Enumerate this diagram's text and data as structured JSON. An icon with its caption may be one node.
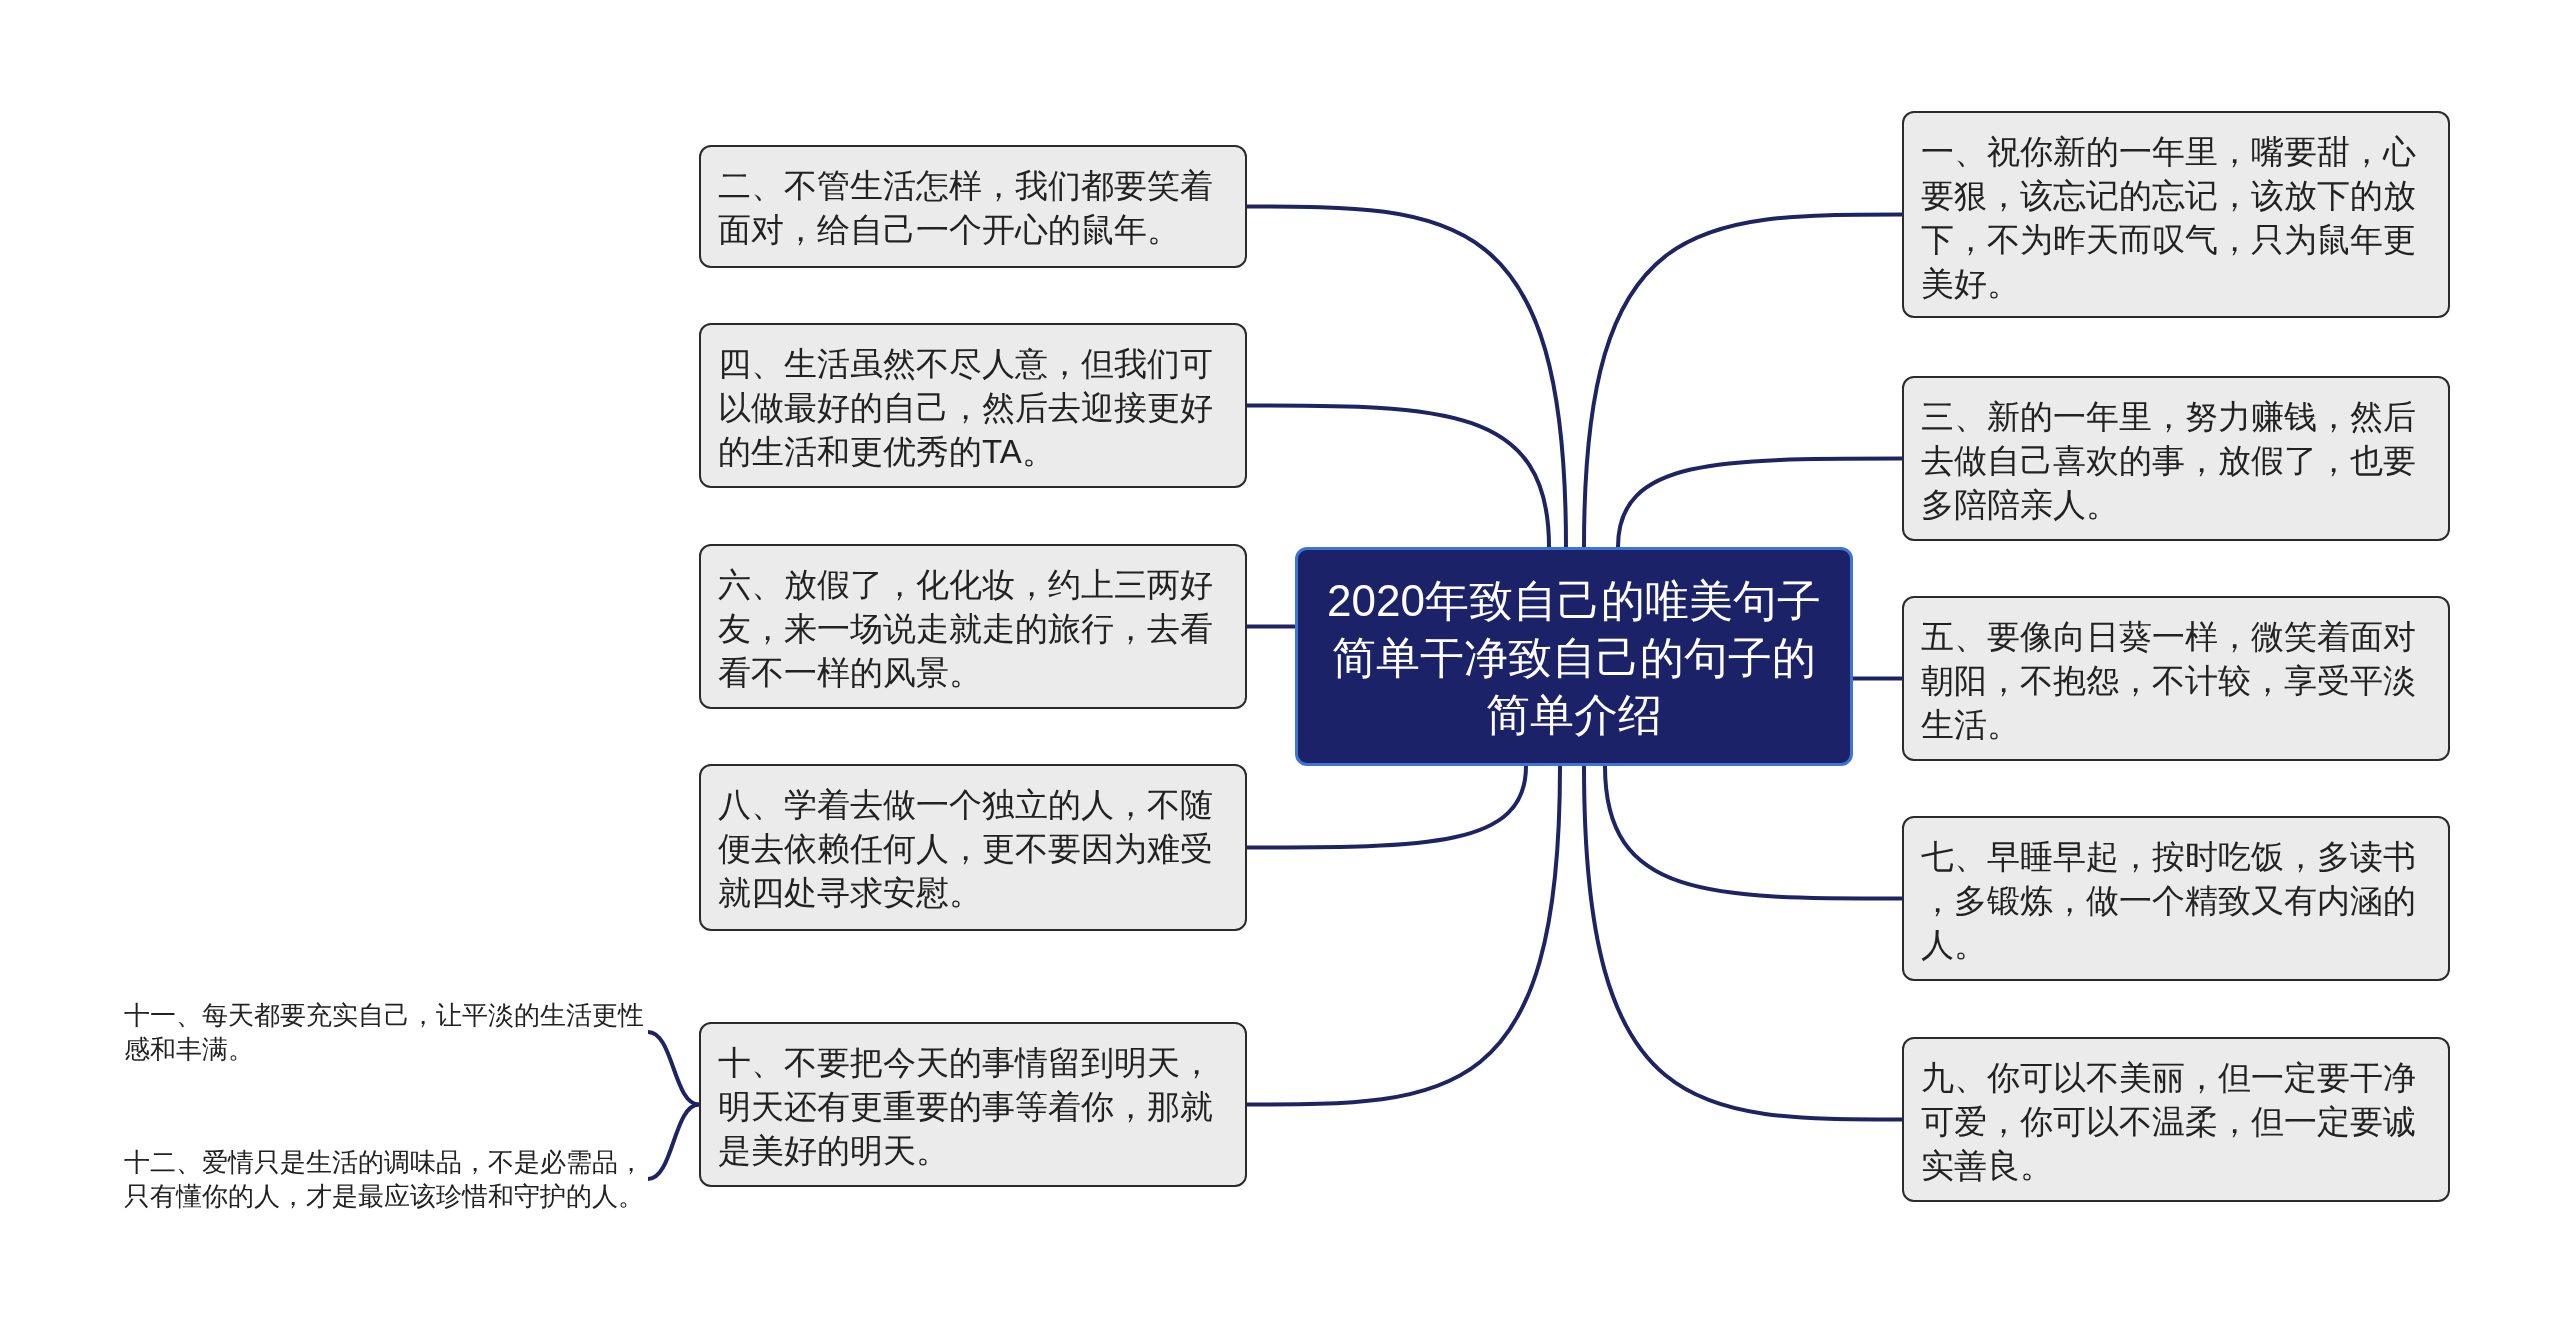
{
  "diagram": {
    "nodes": [
      {
        "text": [
          "2020年致自己的唯美句子简单干净致自己的句子的简单介绍"
        ]
      },
      {
        "text": [
          "一、祝你新的一年里，嘴要甜，心要狠，该忘记的忘记，该放下的放下，不为昨天而叹气，只为鼠年更美好。"
        ]
      },
      {
        "text": [
          "二、不管生活怎样，我们都要笑着面对，给自己一个开心的鼠年。"
        ]
      },
      {
        "text": [
          "三、新的一年里，努力赚钱，然后去做自己喜欢的事，放假了，也要多陪陪亲人。"
        ]
      },
      {
        "text": [
          "四、生活虽然不尽人意，但我们可以做最好的自己，然后去迎接更好的生活和更优秀的TA。"
        ]
      },
      {
        "text": [
          "五、要像向日葵一样，微笑着面对朝阳，不抱怨，不计较，享受平淡生活。"
        ]
      },
      {
        "text": [
          "六、放假了，化化妆，约上三两好友，来一场说走就走的旅行，去看看不一样的风景。"
        ]
      },
      {
        "text": [
          "七、早睡早起，按时吃饭，多读书，多锻炼，做一个精致又有内涵的人。"
        ]
      },
      {
        "text": [
          "八、学着去做一个独立的人，不随便去依赖任何人，更不要因为难受就四处寻求安慰。"
        ]
      },
      {
        "text": [
          "九、你可以不美丽，但一定要干净可爱，你可以不温柔，但一定要诚实善良。"
        ]
      },
      {
        "text": [
          "十、不要把今天的事情留到明天，明天还有更重要的事等着你，那就是美好的明天。"
        ]
      },
      {
        "text": [
          "十一、每天都要充实自己，让平淡的生活更性感和丰满。"
        ]
      },
      {
        "text": [
          "十二、爱情只是生活的调味品，不是必需品，只有懂你的人，才是最应该珍惜和守护的人。"
        ]
      }
    ],
    "edges": [
      {
        "from": 0,
        "to": 1,
        "arrow": "none"
      },
      {
        "from": 0,
        "to": 2,
        "arrow": "none"
      },
      {
        "from": 0,
        "to": 3,
        "arrow": "none"
      },
      {
        "from": 0,
        "to": 4,
        "arrow": "none"
      },
      {
        "from": 0,
        "to": 5,
        "arrow": "none"
      },
      {
        "from": 0,
        "to": 6,
        "arrow": "none"
      },
      {
        "from": 0,
        "to": 7,
        "arrow": "none"
      },
      {
        "from": 0,
        "to": 8,
        "arrow": "none"
      },
      {
        "from": 0,
        "to": 9,
        "arrow": "none"
      },
      {
        "from": 0,
        "to": 10,
        "arrow": "none"
      },
      {
        "from": 10,
        "to": 11,
        "arrow": "none"
      },
      {
        "from": 10,
        "to": 12,
        "arrow": "none"
      }
    ]
  }
}
